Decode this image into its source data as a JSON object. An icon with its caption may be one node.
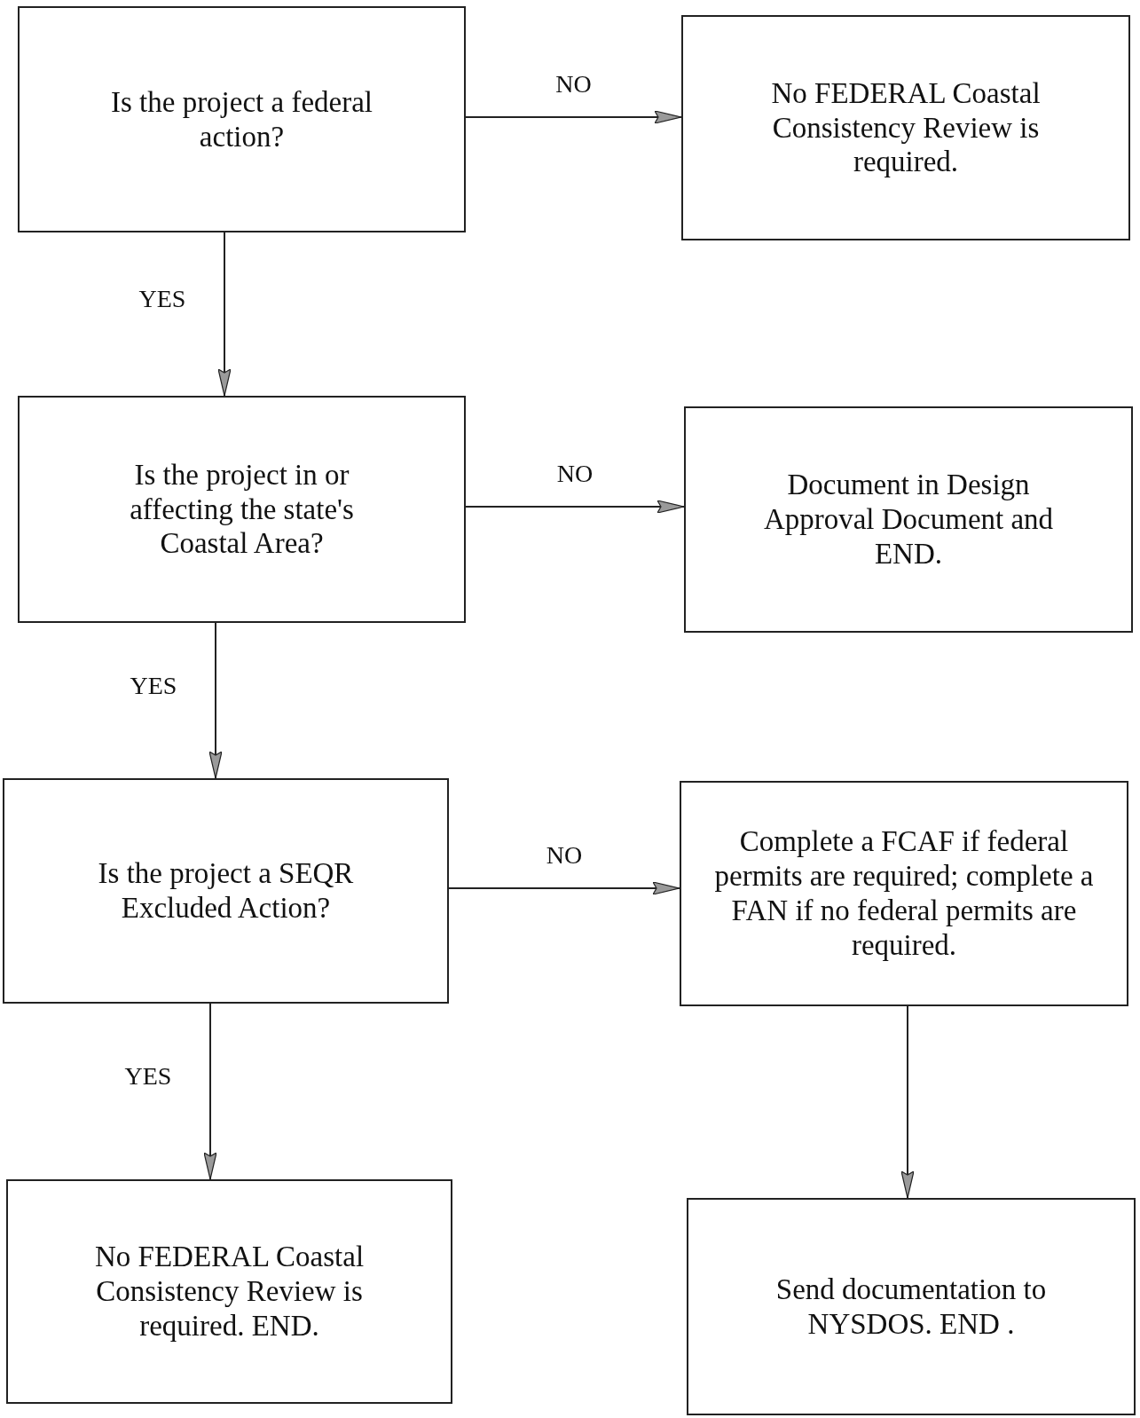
{
  "diagram": {
    "nodes": [
      {
        "text": [
          "Is the project a federal action?"
        ]
      },
      {
        "text": [
          "No FEDERAL Coastal Consistency Review is required."
        ]
      },
      {
        "text": [
          "Is the project in or affecting the state's Coastal Area?"
        ]
      },
      {
        "text": [
          "Document in Design Approval Document and END."
        ]
      },
      {
        "text": [
          "Is the project a SEQR Excluded Action?"
        ]
      },
      {
        "text": [
          "Complete a FCAF if federal permits are required; complete a FAN if no federal permits are required."
        ]
      },
      {
        "text": [
          "No FEDERAL Coastal Consistency Review is required. END."
        ]
      },
      {
        "text": [
          "Send documentation to NYSDOS. END ."
        ]
      }
    ],
    "edges": [
      {
        "from": 0,
        "to": 1,
        "arrow": "to",
        "label": "NO"
      },
      {
        "from": 0,
        "to": 2,
        "arrow": "to",
        "label": "YES"
      },
      {
        "from": 2,
        "to": 3,
        "arrow": "to",
        "label": "NO"
      },
      {
        "from": 2,
        "to": 4,
        "arrow": "to",
        "label": "YES"
      },
      {
        "from": 4,
        "to": 5,
        "arrow": "to",
        "label": "NO"
      },
      {
        "from": 4,
        "to": 6,
        "arrow": "to",
        "label": "YES"
      },
      {
        "from": 5,
        "to": 7,
        "arrow": "to"
      }
    ]
  }
}
